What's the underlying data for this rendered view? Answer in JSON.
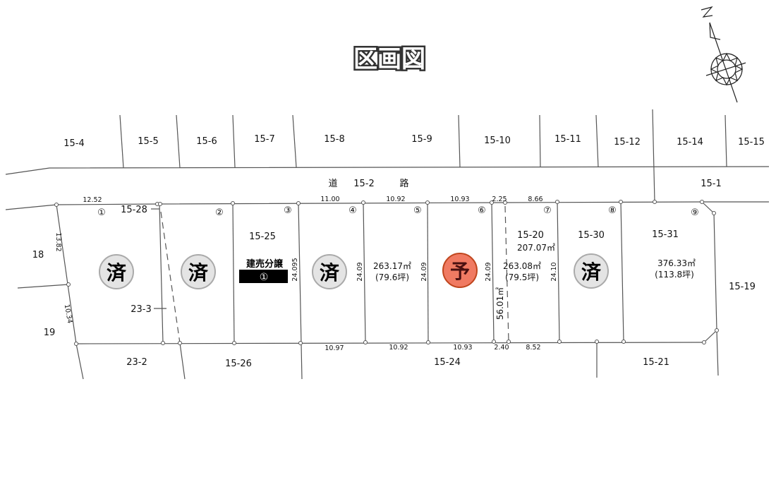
{
  "title": "区画図",
  "compass": {
    "label": "N",
    "icon": "north-arrow-icon"
  },
  "colors": {
    "sold_fill": "#e4e4e4",
    "sold_stroke": "#aaaaaa",
    "reserved_fill": "#f07a62",
    "reserved_stroke": "#c0461e",
    "reserved_text": "#4a1010",
    "banner": "#000000"
  },
  "top_lots": [
    "15-4",
    "15-5",
    "15-6",
    "15-7",
    "15-8",
    "15-9",
    "15-10",
    "15-11",
    "15-12",
    "15-14",
    "15-15"
  ],
  "road": {
    "left": "道",
    "code": "15-2",
    "right": "路",
    "east": "15-1"
  },
  "lot_numbers": [
    "①",
    "②",
    "③",
    "④",
    "⑤",
    "⑥",
    "⑦",
    "⑧",
    "⑨"
  ],
  "parcels": {
    "p1528": "15-28",
    "p1525": "15-25",
    "p1520": "15-20",
    "p1530": "15-30",
    "p1531": "15-31",
    "p233": "23-3",
    "p18": "18",
    "p19": "19",
    "p232": "23-2",
    "p1526": "15-26",
    "p1524": "15-24",
    "p1521": "15-21",
    "p1519": "15-19"
  },
  "dims_top": [
    "12.52",
    "11.00",
    "10.92",
    "10.93",
    "2.25",
    "8.66"
  ],
  "dims_bottom": [
    "10.97",
    "10.92",
    "10.93",
    "2.40",
    "8.52"
  ],
  "dims_side": [
    "13.82",
    "10.34",
    "24.095",
    "24.09",
    "24.09",
    "24.09",
    "24.10"
  ],
  "areas": {
    "lot5": {
      "sqm": "263.17㎡",
      "tsubo": "(79.6坪)"
    },
    "lot7": {
      "sqm": "263.08㎡",
      "tsubo": "(79.5坪)"
    },
    "lot1520": "207.07㎡",
    "strip": "56.01㎡",
    "lot9": {
      "sqm": "376.33㎡",
      "tsubo": "(113.8坪)"
    }
  },
  "badges": {
    "sold": "済",
    "reserved": "予"
  },
  "banner": {
    "text": "建売分譲",
    "num": "①"
  },
  "lot_status": {
    "lot1": "sold",
    "lot2": "sold",
    "lot3": "built-for-sale",
    "lot4": "sold",
    "lot5": "available",
    "lot6": "reserved",
    "lot7": "available",
    "lot8": "sold",
    "lot9": "available"
  }
}
